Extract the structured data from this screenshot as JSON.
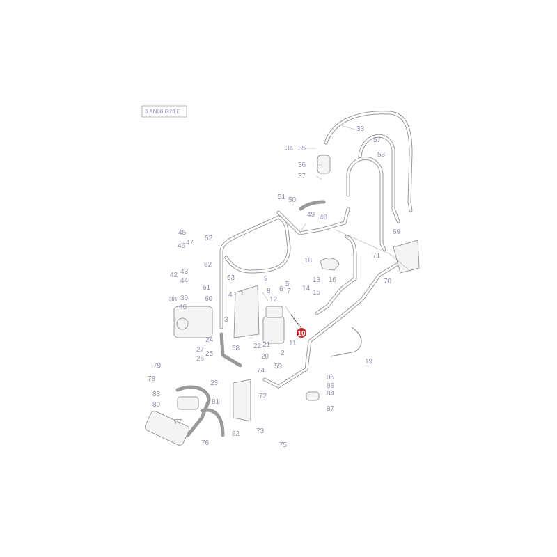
{
  "diagram": {
    "reference_code": "3 AN08 G23 E",
    "highlighted_part": "10",
    "highlight_color": "#c0282d",
    "labels": [
      "33",
      "34",
      "35",
      "36",
      "37",
      "57",
      "53",
      "51",
      "50",
      "49",
      "48",
      "69",
      "71",
      "70",
      "45",
      "46",
      "47",
      "52",
      "62",
      "43",
      "42",
      "44",
      "61",
      "63",
      "9",
      "18",
      "16",
      "13",
      "14",
      "15",
      "8",
      "4",
      "1",
      "12",
      "6",
      "5",
      "7",
      "39",
      "38",
      "60",
      "40",
      "3",
      "11",
      "24",
      "22",
      "21",
      "20",
      "2",
      "27",
      "25",
      "26",
      "58",
      "19",
      "59",
      "79",
      "78",
      "23",
      "74",
      "85",
      "86",
      "84",
      "87",
      "83",
      "80",
      "81",
      "72",
      "77",
      "73",
      "82",
      "76",
      "75"
    ]
  }
}
